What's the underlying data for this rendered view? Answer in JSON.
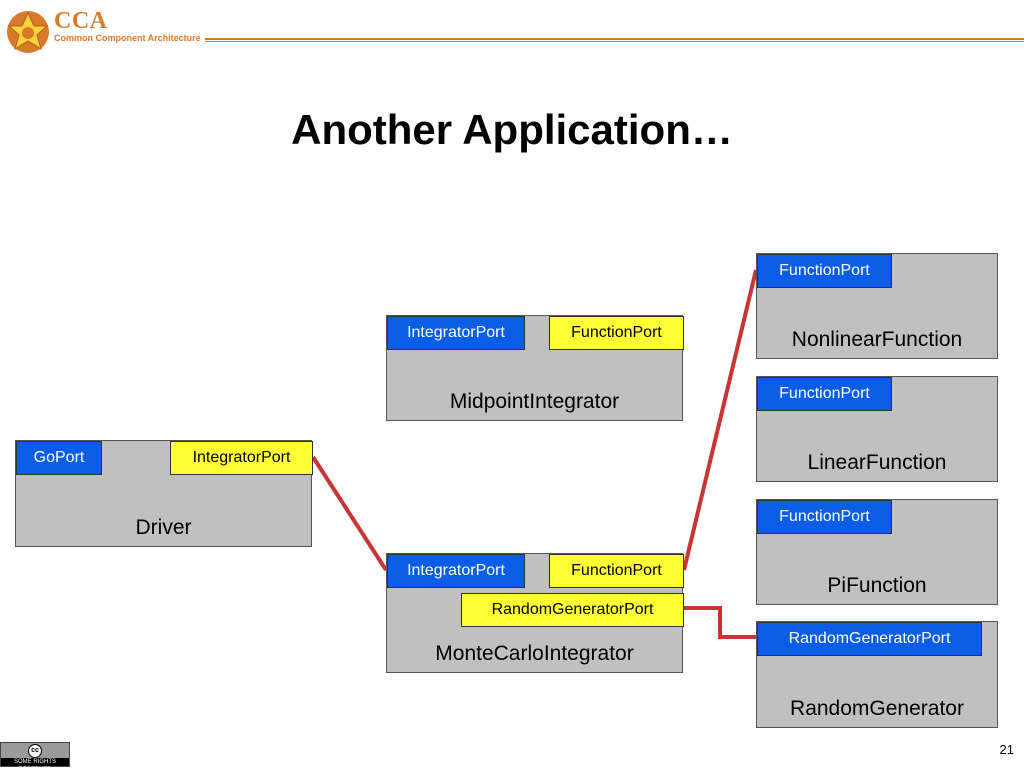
{
  "header": {
    "brand_name": "CCA",
    "brand_subtitle": "Common Component Architecture",
    "accent_color": "#d97a2b"
  },
  "title": "Another Application…",
  "components": {
    "driver": {
      "name": "Driver",
      "provides_port": "GoPort",
      "uses_port": "IntegratorPort"
    },
    "midpoint": {
      "name": "MidpointIntegrator",
      "provides_port": "IntegratorPort",
      "uses_port": "FunctionPort"
    },
    "montecarlo": {
      "name": "MonteCarloIntegrator",
      "provides_port": "IntegratorPort",
      "uses_port_function": "FunctionPort",
      "uses_port_random": "RandomGeneratorPort"
    },
    "nonlinear": {
      "name": "NonlinearFunction",
      "provides_port": "FunctionPort"
    },
    "linear": {
      "name": "LinearFunction",
      "provides_port": "FunctionPort"
    },
    "pi": {
      "name": "PiFunction",
      "provides_port": "FunctionPort"
    },
    "random": {
      "name": "RandomGenerator",
      "provides_port": "RandomGeneratorPort"
    }
  },
  "colors": {
    "provides_port": "#0a5de6",
    "uses_port": "#ffff33",
    "component_body": "#c0c0c0",
    "connection": "#cc3333"
  },
  "footer": {
    "license_badge_text": "SOME RIGHTS RESERVED",
    "page_number": "21"
  }
}
